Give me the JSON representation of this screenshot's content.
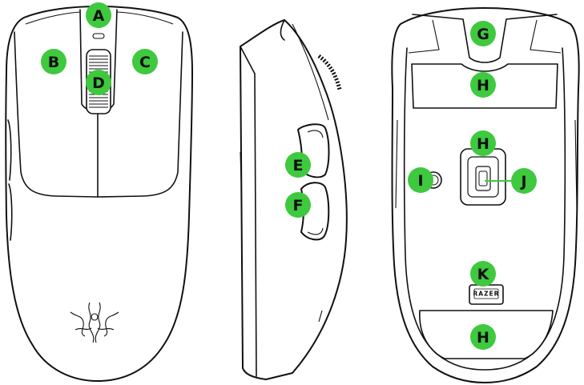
{
  "accent_color": "#3ec93e",
  "callouts": {
    "A": "A",
    "B": "B",
    "C": "C",
    "D": "D",
    "E": "E",
    "F": "F",
    "G": "G",
    "H1": "H",
    "H2": "H",
    "H3": "H",
    "I": "I",
    "J": "J",
    "K": "K"
  },
  "logo_label": "RAZER",
  "icons": [
    "razer-snake-logo-icon",
    "scroll-wheel-icon",
    "optical-sensor-icon",
    "power-switch-icon"
  ]
}
